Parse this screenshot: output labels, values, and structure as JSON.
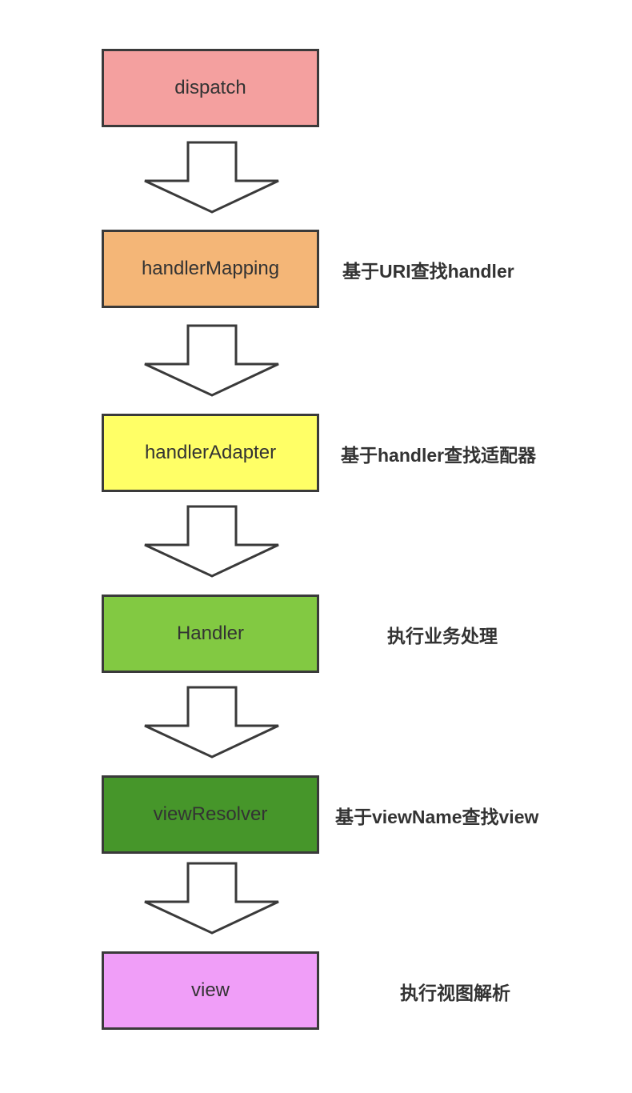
{
  "flow": {
    "steps": [
      {
        "label": "dispatch",
        "note": "",
        "color": "#f4a09f"
      },
      {
        "label": "handlerMapping",
        "note": "基于URI查找handler",
        "color": "#f4b677"
      },
      {
        "label": "handlerAdapter",
        "note": "基于handler查找适配器",
        "color": "#ffff66"
      },
      {
        "label": "Handler",
        "note": "执行业务处理",
        "color": "#82c942"
      },
      {
        "label": "viewResolver",
        "note": "基于viewName查找view",
        "color": "#46962a"
      },
      {
        "label": "view",
        "note": "执行视图解析",
        "color": "#f09ef8"
      }
    ]
  }
}
